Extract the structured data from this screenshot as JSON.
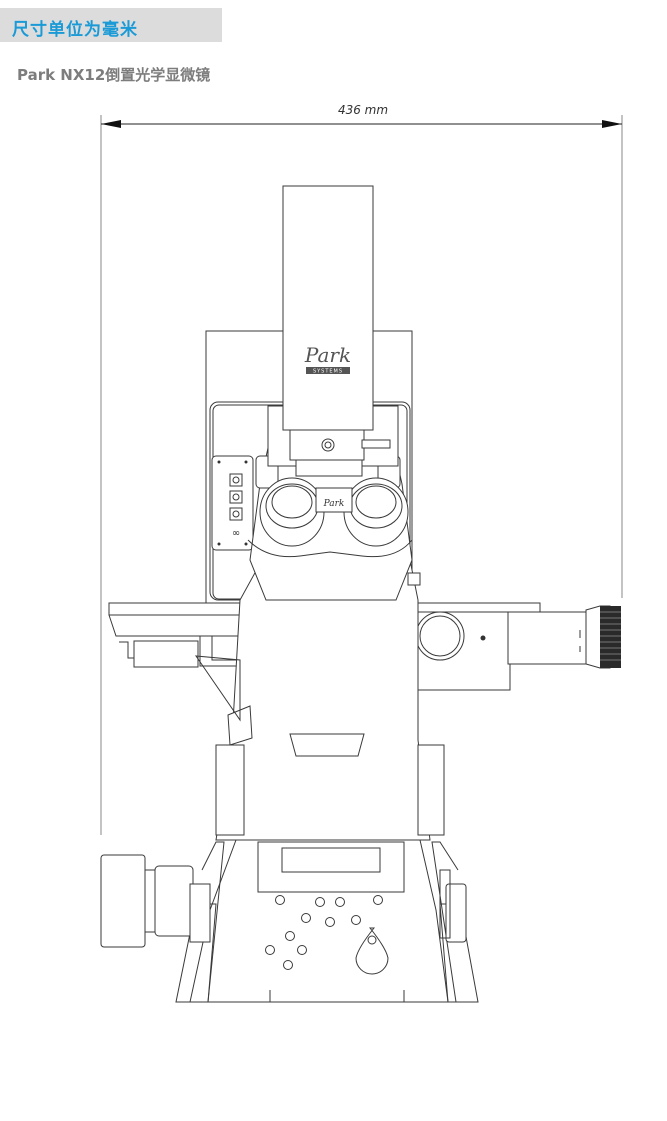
{
  "header": {
    "title": "尺寸单位为毫米"
  },
  "subtitle": "Park NX12倒置光学显微镜",
  "dimension": {
    "width_label": "436 mm"
  },
  "brand": {
    "name": "Park",
    "sub": "SYSTEMS"
  },
  "colors": {
    "accent": "#1a9ad6",
    "header_bg": "#dcdcdc",
    "subtitle": "#7d7d7d",
    "line": "#3a3a3a"
  }
}
